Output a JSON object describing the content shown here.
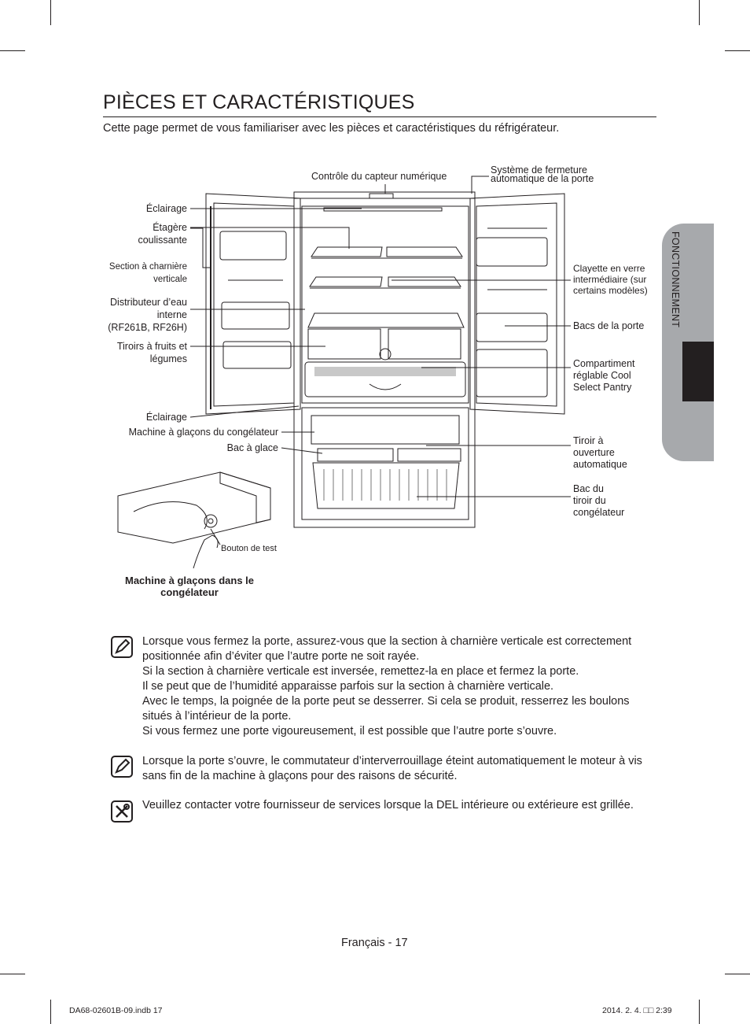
{
  "page": {
    "title": "PIÈCES ET CARACTÉRISTIQUES",
    "intro": "Cette page permet de vous familiariser avec les pièces et caractéristiques du réfrigérateur.",
    "side_tab": "FONCTIONNEMENT"
  },
  "diagram": {
    "top_labels": {
      "sensor": "Contrôle du capteur numérique",
      "door_close_1": "Système de fermeture",
      "door_close_2": "automatique de la porte"
    },
    "left_labels": {
      "light_top": "Éclairage",
      "shelf_1": "Étagère",
      "shelf_2": "coulissante",
      "hinge_1": "Section à charnière",
      "hinge_2": "verticale",
      "water_1": "Distributeur d’eau",
      "water_2": "interne",
      "water_3": "(RF261B, RF26H)",
      "crisper_1": "Tiroirs à fruits et",
      "crisper_2": "légumes",
      "light_bottom": "Éclairage",
      "ice_maker": "Machine à glaçons du congélateur",
      "ice_bin": "Bac à glace"
    },
    "right_labels": {
      "glass_1": "Clayette en verre",
      "glass_2": "intermédiaire (sur",
      "glass_3": "certains modèles)",
      "door_bins": "Bacs de la porte",
      "pantry_1": "Compartiment",
      "pantry_2": "réglable Cool",
      "pantry_3": "Select Pantry",
      "drawer_1": "Tiroir à",
      "drawer_2": "ouverture",
      "drawer_3": "automatique",
      "freezer_1": "Bac du",
      "freezer_2": "tiroir du",
      "freezer_3": "congélateur"
    },
    "test_button": "Bouton de test",
    "caption_1": "Machine à glaçons dans le",
    "caption_2": "congélateur"
  },
  "notes": [
    {
      "icon": "note-pencil-icon",
      "lines": [
        "Lorsque vous fermez la porte, assurez-vous que la section à charnière verticale est correctement positionnée afin d’éviter que l’autre porte ne soit rayée.",
        "Si la section à charnière verticale est inversée, remettez-la en place et fermez la porte.",
        "Il se peut que de l’humidité apparaisse parfois sur la section à charnière verticale.",
        "Avec le temps, la poignée de la porte peut se desserrer. Si cela se produit, resserrez les boulons situés à l’intérieur de la porte.",
        "Si vous fermez une porte vigoureusement, il est possible que l’autre porte s’ouvre."
      ]
    },
    {
      "icon": "note-pencil-icon",
      "lines": [
        "Lorsque la porte s’ouvre, le commutateur d’interverrouillage éteint automatiquement le moteur à vis sans fin de la machine à glaçons pour des raisons de sécurité."
      ]
    },
    {
      "icon": "tools-icon",
      "lines": [
        "Veuillez contacter votre fournisseur de services lorsque la DEL intérieure ou extérieure est grillée."
      ]
    }
  ],
  "footer": {
    "page_label": "Français - 17",
    "file": "DA68-02601B-09.indb   17",
    "date": "2014. 2. 4.   □□ 2:39"
  }
}
